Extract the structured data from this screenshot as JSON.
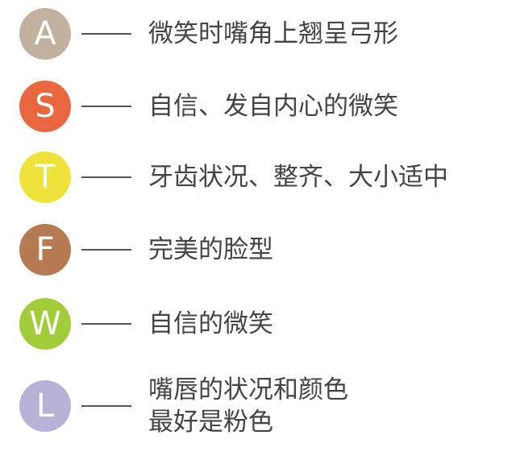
{
  "items": [
    {
      "letter": "A",
      "color": "#C0B29E",
      "lines": [
        "微笑时嘴角上翘呈弓形"
      ]
    },
    {
      "letter": "S",
      "color": "#E8673F",
      "lines": [
        "自信、发自内心的微笑"
      ]
    },
    {
      "letter": "T",
      "color": "#EFE33B",
      "lines": [
        "牙齿状况、整齐、大小适中"
      ]
    },
    {
      "letter": "F",
      "color": "#B57A52",
      "lines": [
        "完美的脸型"
      ]
    },
    {
      "letter": "W",
      "color": "#A3CC3A",
      "lines": [
        "自信的微笑"
      ]
    },
    {
      "letter": "L",
      "color": "#B6B3D6",
      "lines": [
        "嘴唇的状况和颜色",
        "最好是粉色"
      ]
    }
  ]
}
